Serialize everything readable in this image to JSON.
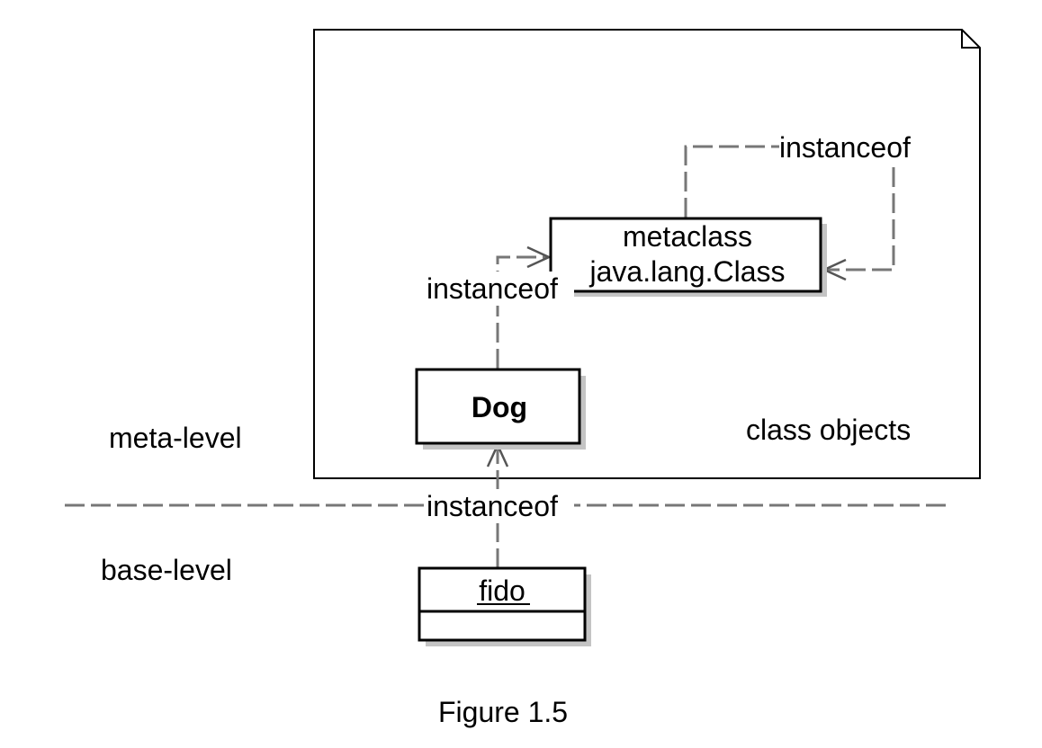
{
  "diagram": {
    "level_labels": {
      "meta": "meta-level",
      "base": "base-level"
    },
    "frame_label": "class objects",
    "nodes": {
      "metaclass": {
        "line1": "metaclass",
        "line2": "java.lang.Class"
      },
      "dog": {
        "name": "Dog"
      },
      "fido": {
        "name": "fido"
      }
    },
    "edges": {
      "metaclass_self": "instanceof",
      "dog_to_metaclass": "instanceof",
      "fido_to_dog": "instanceof"
    },
    "caption": "Figure 1.5",
    "colors": {
      "line": "#777777",
      "box_border": "#000000",
      "shadow": "#c4c4c4"
    }
  }
}
